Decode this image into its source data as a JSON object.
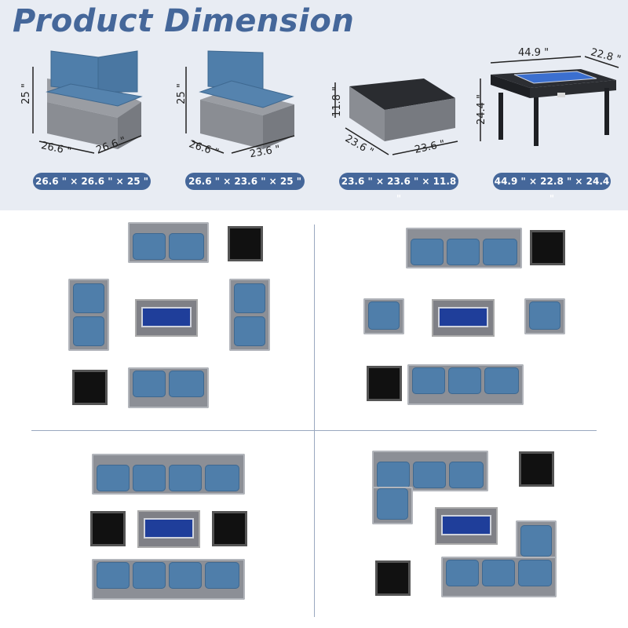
{
  "title": "Product Dimension",
  "products": [
    {
      "name": "corner-chair",
      "height": "25 \"",
      "depth": "26.6 \"",
      "width": "26.6 \"",
      "spec": "26.6 \" × 26.6 \" × 25 \""
    },
    {
      "name": "armless-chair",
      "height": "25 \"",
      "depth": "26.6 \"",
      "width": "23.6 \"",
      "spec": "26.6 \" × 23.6 \" × 25 \""
    },
    {
      "name": "side-table",
      "height": "11.8 \"",
      "depth": "23.6 \"",
      "width": "23.6 \"",
      "spec": "23.6 \" × 23.6 \" × 11.8 \""
    },
    {
      "name": "fire-pit-table",
      "height": "24.4 \"",
      "depth": "22.8 \"",
      "width": "44.9 \"",
      "spec": "44.9 \" × 22.8 \" × 24.4 \""
    }
  ],
  "colors": {
    "accent": "#45679a",
    "banner_bg": "#e8ecf3",
    "cushion": "#4f7eaa",
    "wicker": "#8c8f96"
  }
}
